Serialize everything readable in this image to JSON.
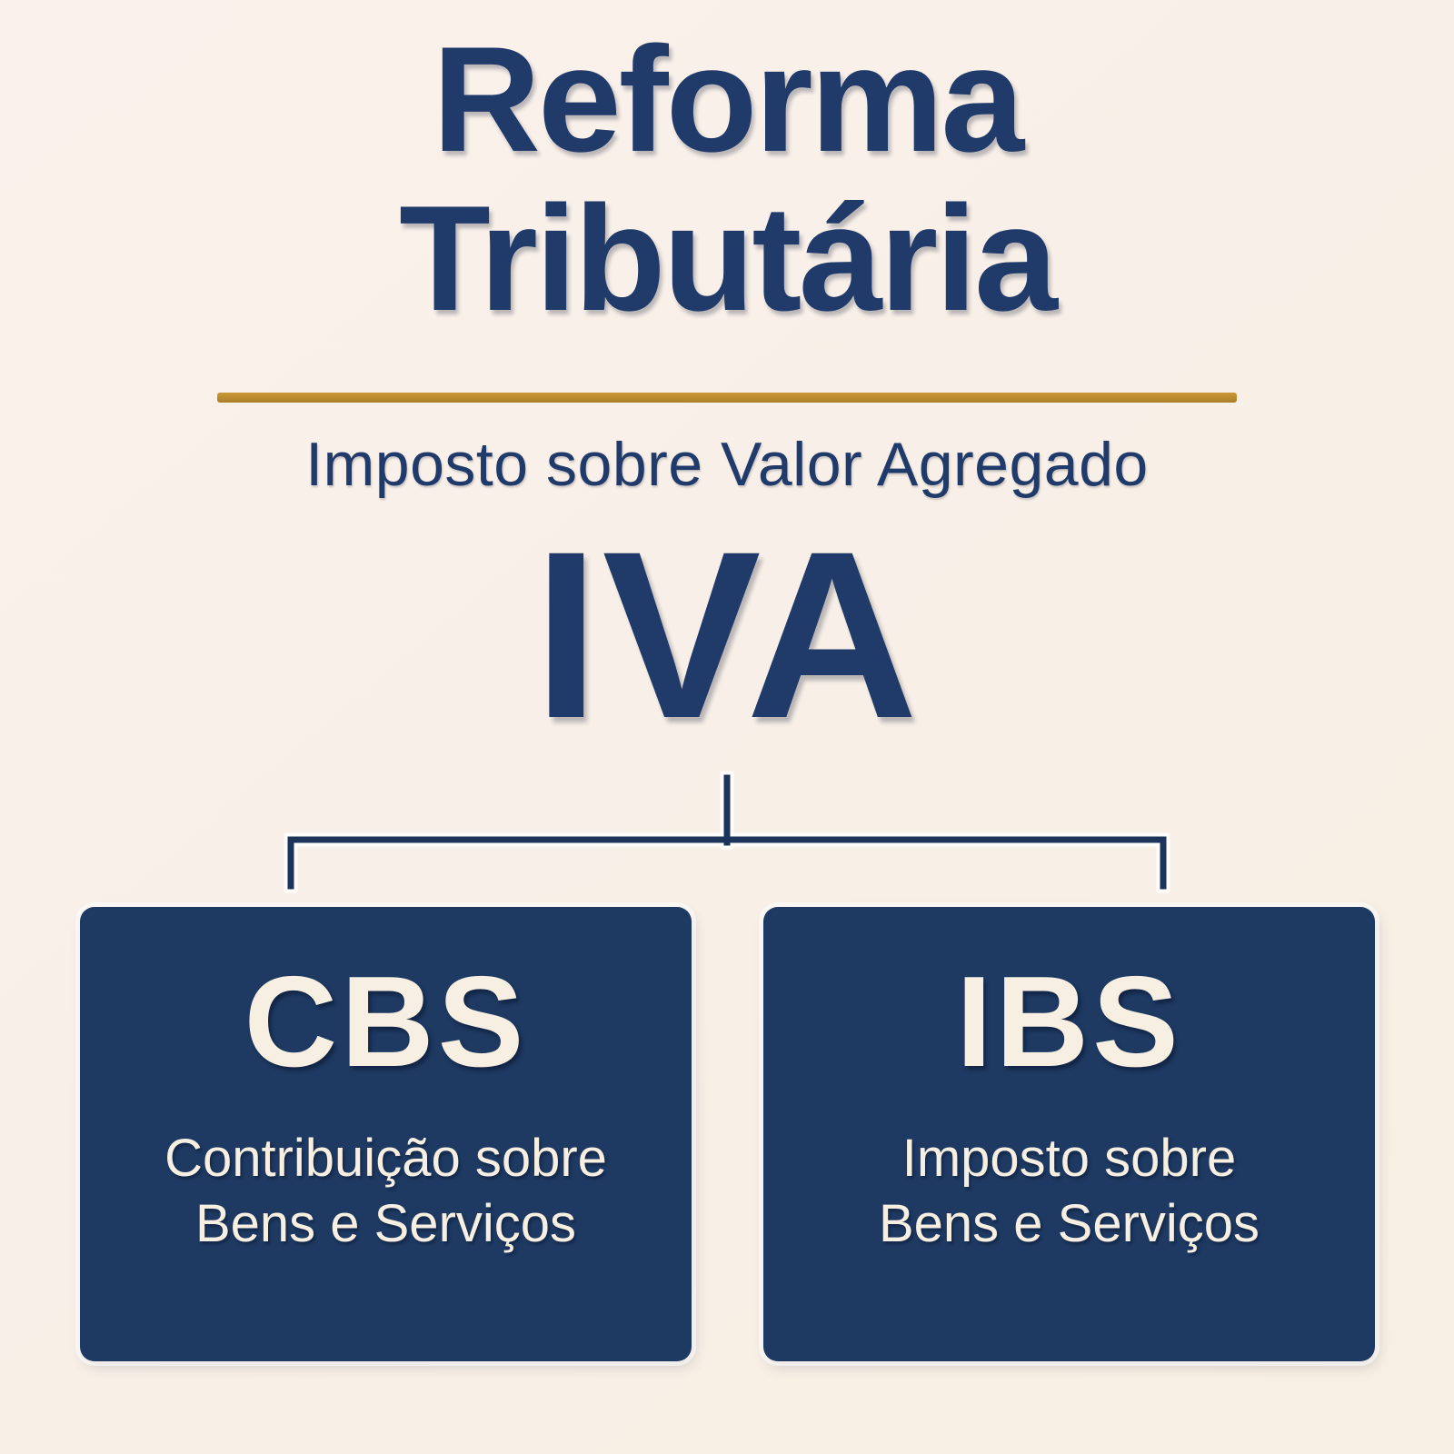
{
  "title": {
    "line1": "Reforma",
    "line2": "Tributária"
  },
  "subtitle": "Imposto sobre Valor Agregado",
  "root_label": "IVA",
  "branches": [
    {
      "acronym": "CBS",
      "description_line1": "Contribuição sobre",
      "description_line2": "Bens e Serviços"
    },
    {
      "acronym": "IBS",
      "description_line1": "Imposto sobre",
      "description_line2": "Bens e Serviços"
    }
  ],
  "colors": {
    "background_top": "#faf1ec",
    "background_mid": "#f8f0e7",
    "background_bottom": "#f7efe3",
    "navy_text": "#203a6a",
    "box_fill": "#1e3a63",
    "box_text": "#f7efe2",
    "divider_gold": "#bb8a2f",
    "connector": "#1c3459"
  }
}
